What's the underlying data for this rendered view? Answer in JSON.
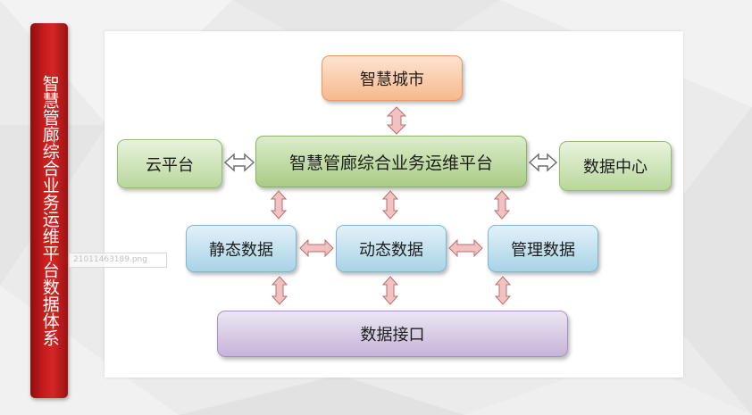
{
  "side_title": "智慧管廊综合业务运维平台数据体系",
  "boxes": {
    "smart_city": "智慧城市",
    "cloud_platform": "云平台",
    "main_platform": "智慧管廊综合业务运维平台",
    "data_center": "数据中心",
    "static_data": "静态数据",
    "dynamic_data": "动态数据",
    "management_data": "管理数据",
    "data_interface": "数据接口"
  },
  "watermark": "21011463189.png",
  "colors": {
    "banner_red": "#c61c1c",
    "orange_box": "#f7b98d",
    "green_box": "#b9d79c",
    "blue_box": "#a9d3e6",
    "purple_box": "#c6b4d9",
    "arrow_pink": "#f0c2c2"
  }
}
